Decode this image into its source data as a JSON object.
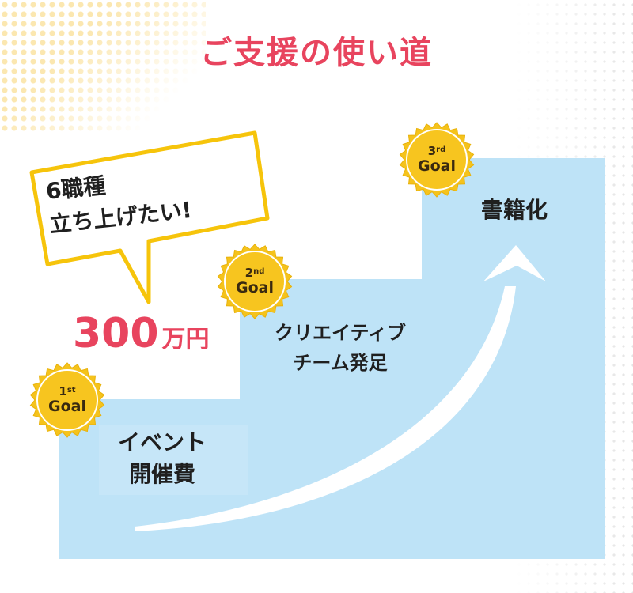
{
  "title": "ご支援の使い道",
  "colors": {
    "title": "#e8445e",
    "stairs": "#bee3f7",
    "badge": "#f5c31c",
    "bubble_border": "#f6c40b",
    "amount": "#e8445e"
  },
  "speech_bubble": {
    "line1": "6職種",
    "line2": "立ち上げたい!"
  },
  "amount": {
    "number": "300",
    "unit": "万円"
  },
  "goals": [
    {
      "ordinal_number": "1",
      "ordinal_suffix": "st",
      "goal_word": "Goal",
      "line1": "イベント",
      "line2": "開催費"
    },
    {
      "ordinal_number": "2",
      "ordinal_suffix": "nd",
      "goal_word": "Goal",
      "line1": "クリエイティブ",
      "line2": "チーム発足"
    },
    {
      "ordinal_number": "3",
      "ordinal_suffix": "rd",
      "goal_word": "Goal",
      "line1": "書籍化",
      "line2": ""
    }
  ],
  "icons": {
    "arrow": "up-arrow-icon",
    "badge": "seal-badge-icon"
  }
}
